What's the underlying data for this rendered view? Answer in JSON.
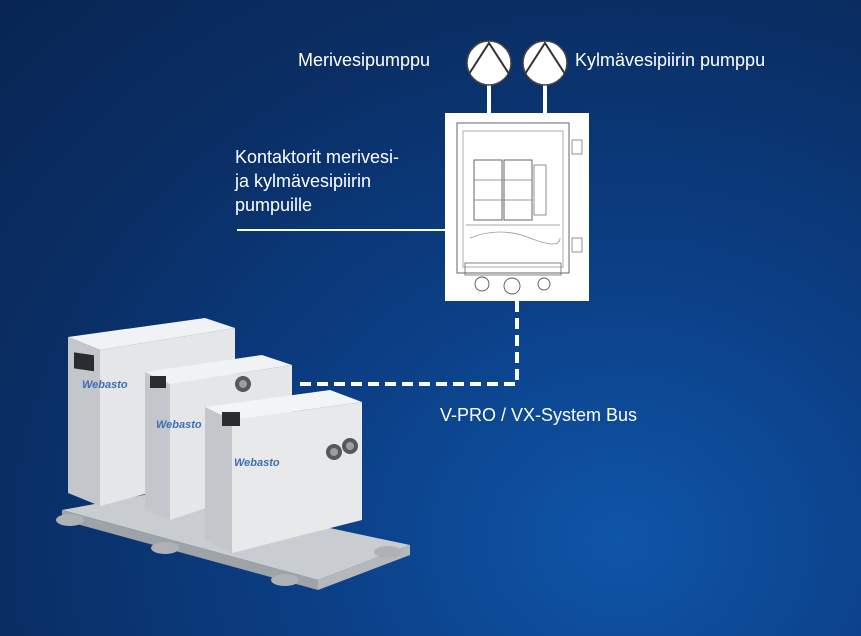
{
  "labels": {
    "pump_left": "Merivesipumppu",
    "pump_right": "Kylmävesipiirin pumppu",
    "contactor": "Kontaktorit merivesi-\nja kylmävesipiirin\npumpuille",
    "bus": "V-PRO / VX-System Bus"
  },
  "units": {
    "brand": "Webasto"
  },
  "colors": {
    "background": "#0a2e64",
    "line": "#ffffff",
    "cabinet": "#e4e6e8"
  }
}
